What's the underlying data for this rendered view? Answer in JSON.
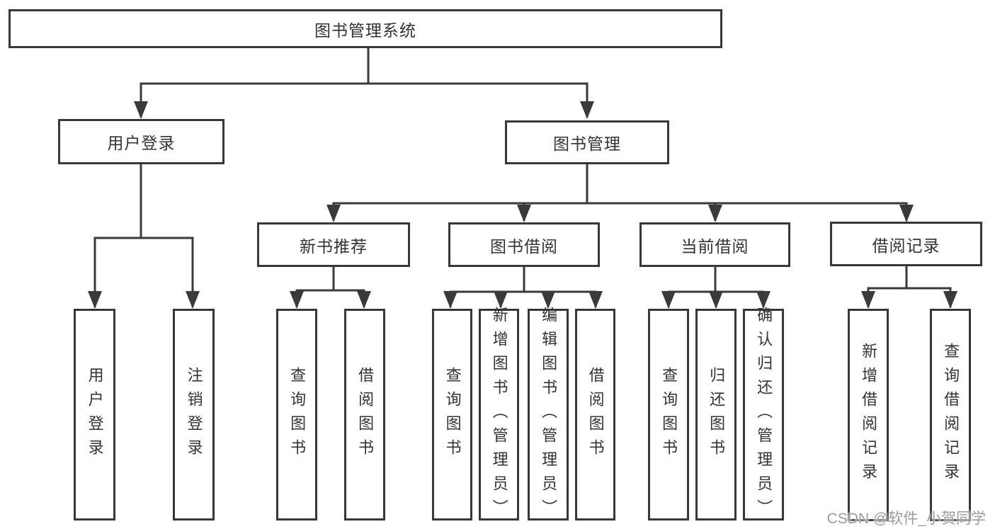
{
  "diagram": {
    "root": {
      "label": "图书管理系统"
    },
    "level2": [
      {
        "label": "用户登录"
      },
      {
        "label": "图书管理"
      }
    ],
    "level3": [
      {
        "label": "新书推荐"
      },
      {
        "label": "图书借阅"
      },
      {
        "label": "当前借阅"
      },
      {
        "label": "借阅记录"
      }
    ],
    "leaves": {
      "user_login": [
        {
          "label": "用户登录"
        },
        {
          "label": "注销登录"
        }
      ],
      "new_book_recommendation": [
        {
          "label": "查询图书"
        },
        {
          "label": "借阅图书"
        }
      ],
      "book_borrowing": [
        {
          "label": "查询图书"
        },
        {
          "label": "新增图书（管理员）"
        },
        {
          "label": "编辑图书（管理员）"
        },
        {
          "label": "借阅图书"
        }
      ],
      "current_borrowing": [
        {
          "label": "查询图书"
        },
        {
          "label": "归还图书"
        },
        {
          "label": "确认归还（管理员）"
        }
      ],
      "borrowing_records": [
        {
          "label": "新增借阅记录"
        },
        {
          "label": "查询借阅记录"
        }
      ]
    },
    "watermark": "CSDN @软件_小贺同学",
    "colors": {
      "line": "#3a3a3a",
      "box_border": "#383838",
      "text": "#333333",
      "watermark": "#9b9b9b",
      "background": "#ffffff"
    }
  }
}
